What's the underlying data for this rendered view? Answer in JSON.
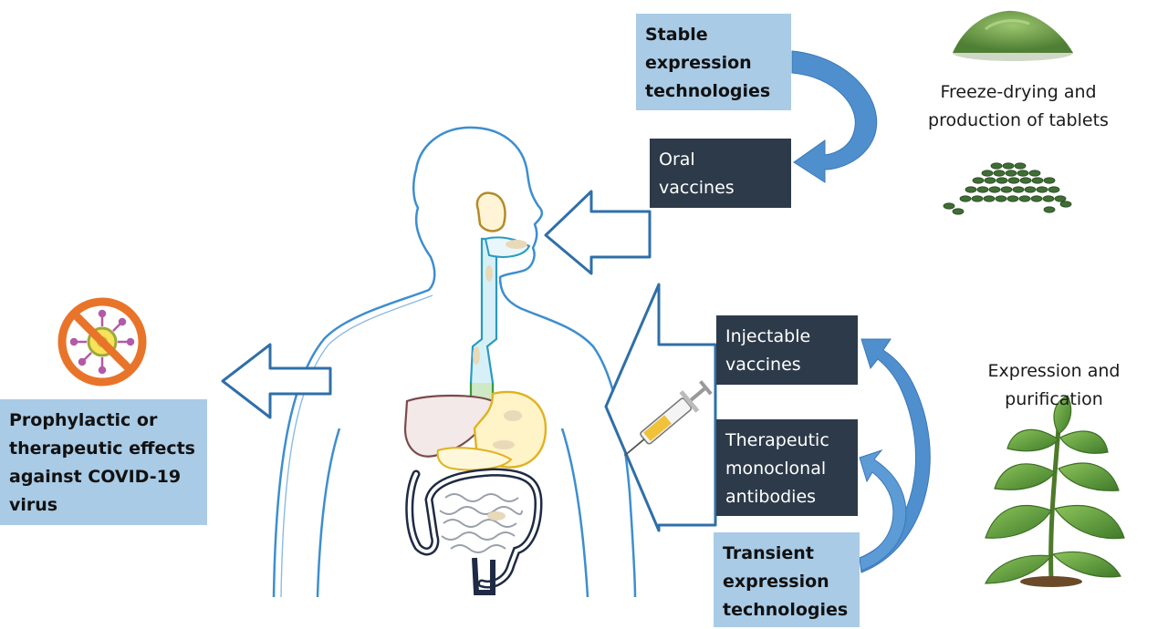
{
  "colors": {
    "light_box": "#a9cbe6",
    "dark_box": "#2d3a4a",
    "outline_blue": "#3d8ed0",
    "arrow_blue": "#4f8fce",
    "dark_arrow_outline": "#2f5f8f",
    "no_sign": "#e8742a",
    "powder_green": "#6e9e4a",
    "tablet_green": "#3f6e34",
    "leaf_green": "#5e9a3a"
  },
  "icons": {
    "prohibition": "no-virus-icon",
    "syringe": "syringe-icon",
    "powder": "powder-pile-icon",
    "tablets": "tablet-pile-icon",
    "plant": "plant-icon",
    "body": "human-body-icon"
  },
  "boxes": {
    "stable": {
      "lines": [
        "Stable",
        "expression",
        "technologies"
      ]
    },
    "oral": {
      "lines": [
        "Oral",
        "vaccines"
      ]
    },
    "injectable": {
      "lines": [
        "Injectable",
        "vaccines"
      ]
    },
    "therapeutic": {
      "lines": [
        "Therapeutic",
        "monoclonal",
        "antibodies"
      ]
    },
    "transient": {
      "lines": [
        "Transient",
        "expression",
        "technologies"
      ]
    },
    "prophylactic": {
      "lines": [
        "Prophylactic or",
        "therapeutic effects",
        "against COVID-19",
        "virus"
      ]
    }
  },
  "captions": {
    "freeze": {
      "lines": [
        "Freeze-drying and",
        "production of tablets"
      ]
    },
    "expression": {
      "lines": [
        "Expression and",
        "purification"
      ]
    }
  }
}
